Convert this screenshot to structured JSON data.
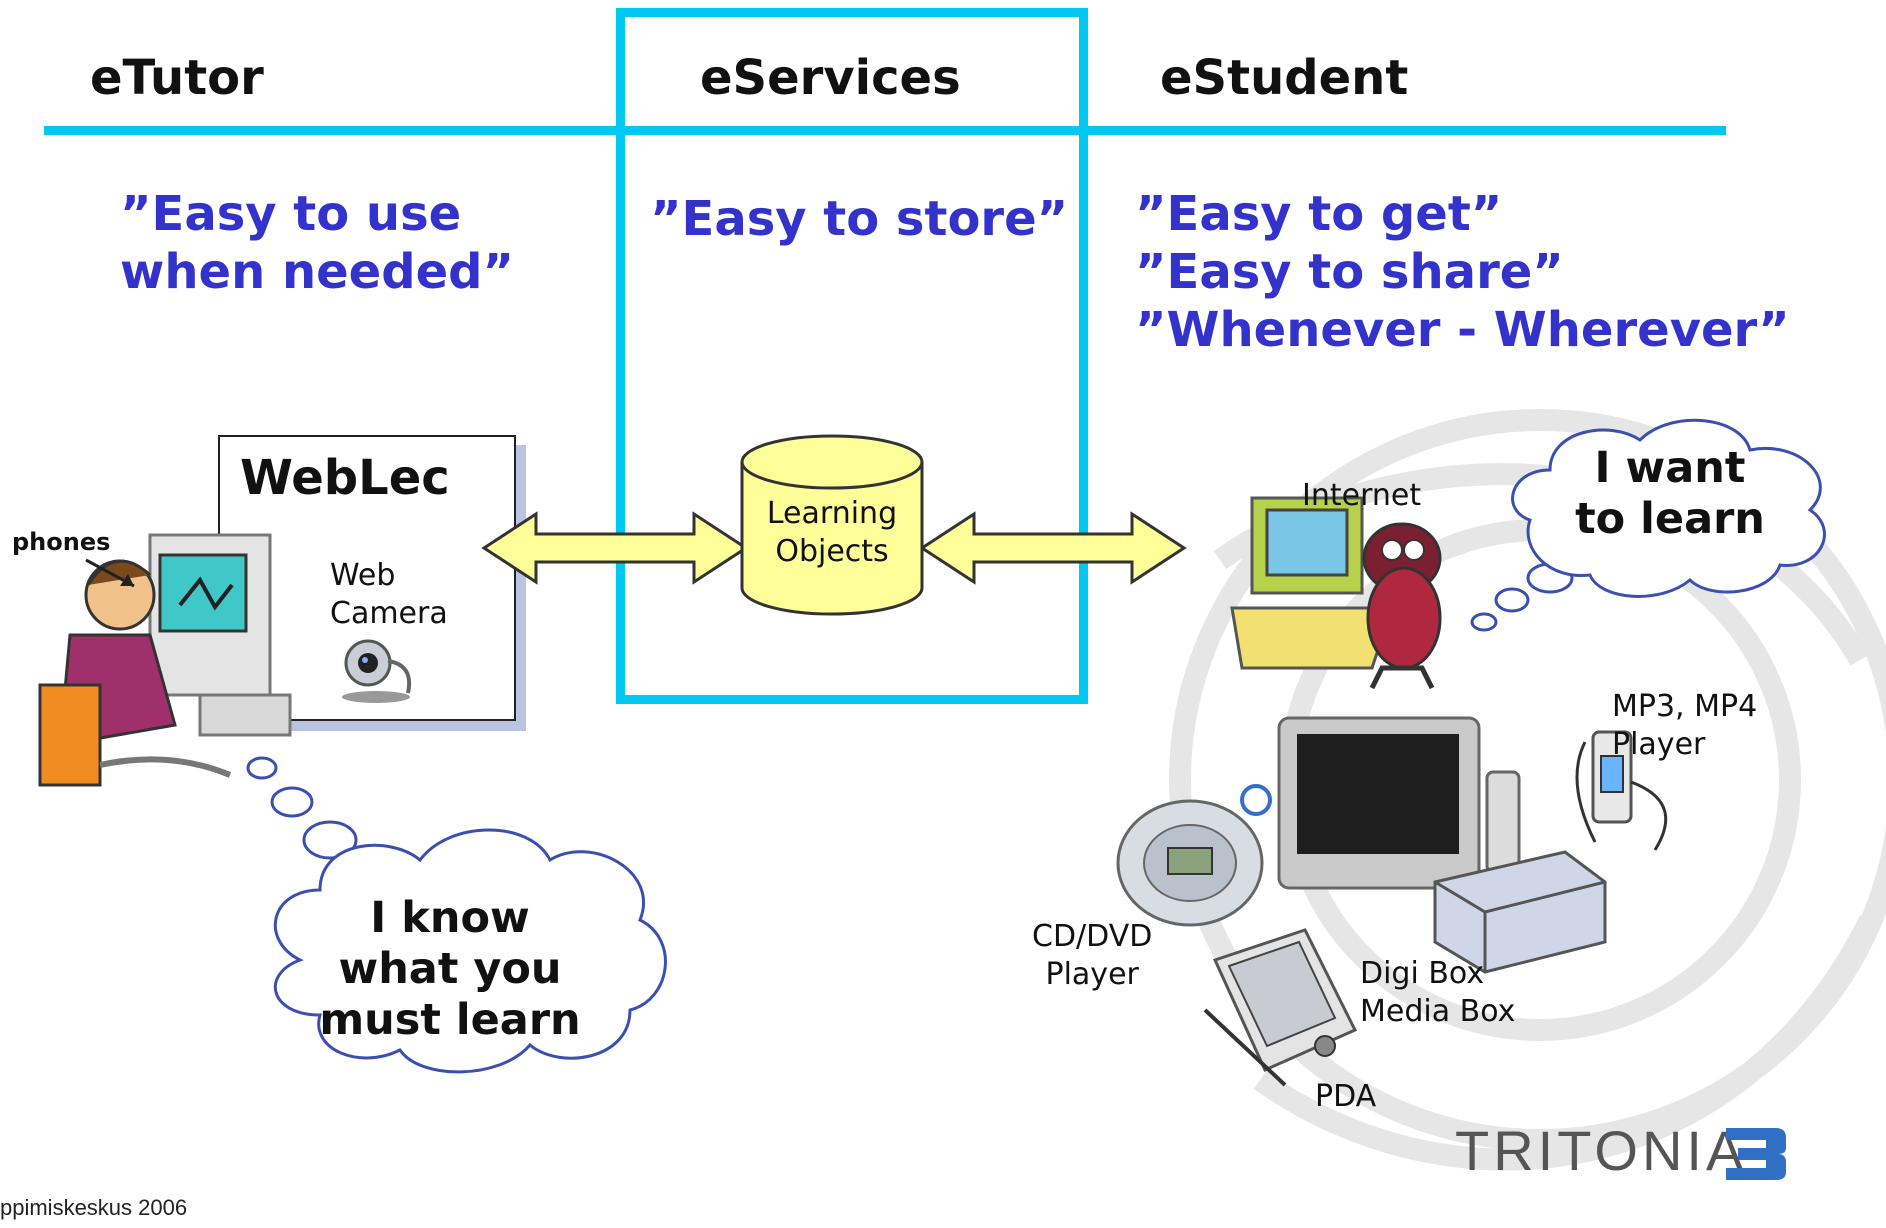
{
  "columns": {
    "left": "eTutor",
    "center": "eServices",
    "right": "eStudent"
  },
  "slogans": {
    "left": "”Easy to use\nwhen needed”",
    "center": "”Easy to store”",
    "right": "”Easy to get”\n”Easy to share”\n”Whenever - Wherever”"
  },
  "tutor": {
    "box_title": "WebLec",
    "camera_label": "Web\nCamera",
    "phones_label": "phones",
    "thought": "I know\nwhat you\nmust learn"
  },
  "center": {
    "database_label": "Learning\nObjects"
  },
  "student": {
    "internet_label": "Internet",
    "thought": "I want\nto learn",
    "mp3_label": "MP3, MP4\nPlayer",
    "cd_label": "CD/DVD\nPlayer",
    "digibox_label": "Digi Box\nMedia Box",
    "pda_label": "PDA"
  },
  "footer": "ppimiskeskus 2006",
  "logo": "TRITONIA",
  "colors": {
    "accent_cyan": "#00c8f0",
    "slogan_blue": "#3333cc",
    "arrow_fill": "#ffff99",
    "database_fill": "#ffff99"
  }
}
